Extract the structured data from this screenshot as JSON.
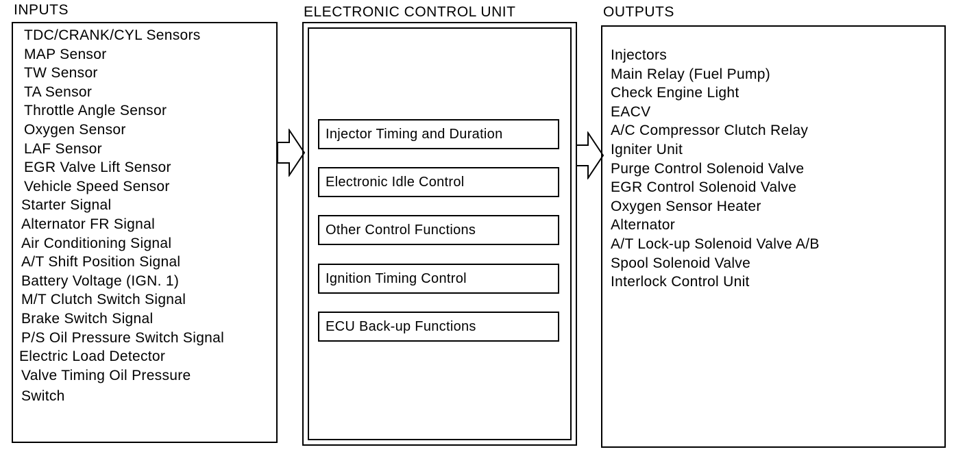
{
  "inputs": {
    "title": "INPUTS",
    "items": [
      "TDC/CRANK/CYL Sensors",
      "MAP Sensor",
      "TW Sensor",
      "TA Sensor",
      "Throttle Angle Sensor",
      "Oxygen Sensor",
      "LAF Sensor",
      "EGR Valve Lift Sensor",
      "Vehicle Speed Sensor",
      "Starter Signal",
      "Alternator FR Signal",
      "Air Conditioning Signal",
      "A/T Shift Position Signal",
      "Battery Voltage (IGN. 1)",
      "M/T Clutch Switch Signal",
      "Brake Switch Signal",
      "P/S Oil Pressure Switch Signal",
      "Electric Load Detector",
      "Valve Timing Oil Pressure",
      "Switch"
    ]
  },
  "ecu": {
    "title": "ELECTRONIC CONTROL UNIT",
    "functions": [
      "Injector Timing and Duration",
      "Electronic Idle Control",
      "Other Control Functions",
      "Ignition Timing Control",
      "ECU Back-up Functions"
    ]
  },
  "outputs": {
    "title": "OUTPUTS",
    "items": [
      "Injectors",
      "Main Relay (Fuel Pump)",
      "Check Engine Light",
      "EACV",
      "A/C Compressor Clutch Relay",
      "Igniter Unit",
      "Purge Control Solenoid Valve",
      "EGR Control Solenoid Valve",
      "Oxygen Sensor Heater",
      "Alternator",
      "A/T Lock-up Solenoid Valve A/B",
      "Spool Solenoid Valve",
      "Interlock Control Unit"
    ]
  }
}
